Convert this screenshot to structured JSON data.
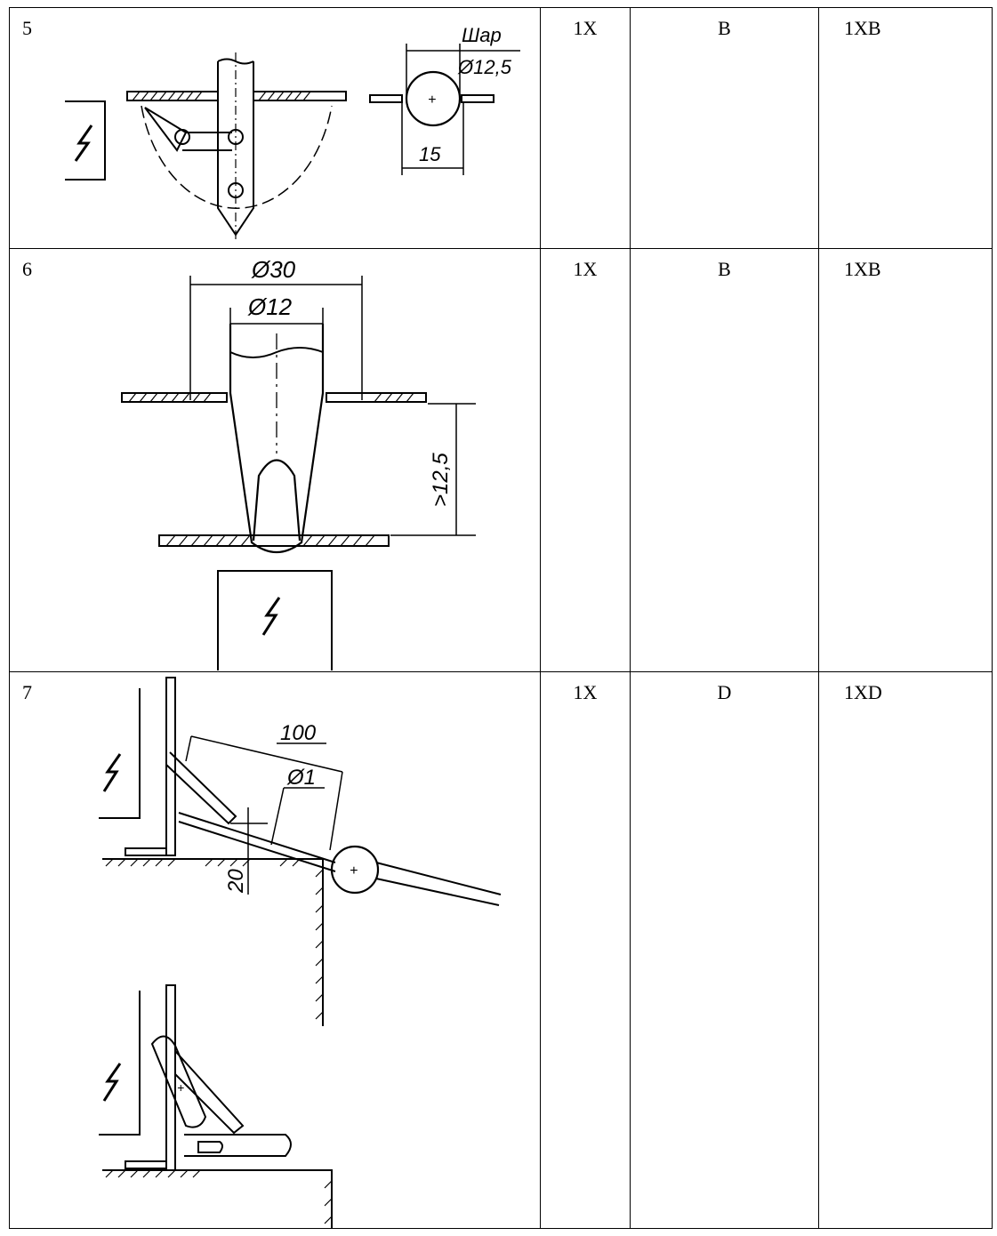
{
  "rows": [
    {
      "number": "5",
      "col_a": "1X",
      "col_b": "B",
      "col_c": "1XB",
      "figure": {
        "label_ball": "Шар",
        "label_dia": "Ø12,5",
        "label_width": "15",
        "icon": "lightning-icon"
      }
    },
    {
      "number": "6",
      "col_a": "1X",
      "col_b": "B",
      "col_c": "1XB",
      "figure": {
        "label_outer": "Ø30",
        "label_inner": "Ø12",
        "label_depth": ">12,5",
        "icon": "lightning-icon"
      }
    },
    {
      "number": "7",
      "col_a": "1X",
      "col_b": "D",
      "col_c": "1XD",
      "figure": {
        "label_length": "100",
        "label_dia": "Ø1",
        "label_gap": "20",
        "icon": "lightning-icon"
      }
    }
  ]
}
